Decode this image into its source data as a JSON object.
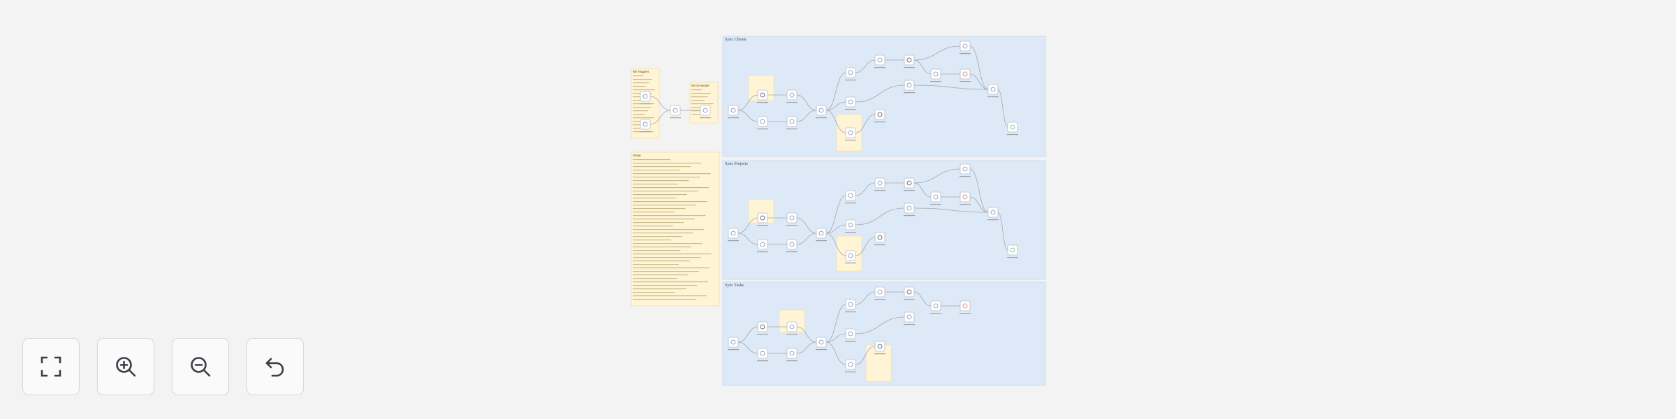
{
  "canvas": {
    "colors": {
      "background": "#f3f3f4",
      "group_fill": "#dde9f6",
      "group_border": "#cbdcef",
      "sticky_fill": "#fff5d6",
      "sticky_border": "#f0dfa8",
      "node_fill": "#ffffff",
      "node_border": "#b9bcc3",
      "edge": "#a3a7b0",
      "icon_blue": "#7a8fb5",
      "icon_red": "#e06b6b",
      "icon_green": "#5fbf8f",
      "icon_dark": "#444a55"
    },
    "groups": [
      {
        "id": "sync-clients",
        "title": "Sync Clients"
      },
      {
        "id": "sync-projects",
        "title": "Sync Projects"
      },
      {
        "id": "sync-tasks",
        "title": "Sync Tasks"
      }
    ],
    "notes": [
      {
        "id": "triggers-note",
        "title": "N8 Triggers"
      },
      {
        "id": "schedule-note",
        "title": "N8 Schedule"
      },
      {
        "id": "setup-note",
        "title": "Setup"
      }
    ]
  },
  "toolbar": {
    "buttons": [
      {
        "name": "fit-view-button",
        "icon": "fit-view-icon"
      },
      {
        "name": "zoom-in-button",
        "icon": "zoom-in-icon"
      },
      {
        "name": "zoom-out-button",
        "icon": "zoom-out-icon"
      },
      {
        "name": "reset-zoom-button",
        "icon": "undo-icon"
      }
    ]
  }
}
